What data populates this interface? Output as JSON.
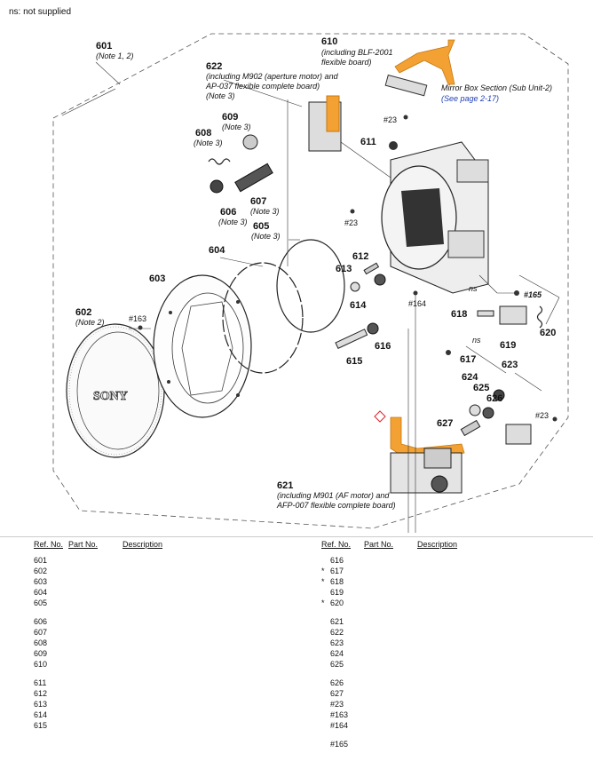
{
  "top_note": "ns: not supplied",
  "callouts": [
    {
      "id": "601",
      "num": "601",
      "sub": [
        "(Note 1, 2)"
      ]
    },
    {
      "id": "610",
      "num": "610",
      "sub": [
        "(including BLF-2001",
        "flexible board)"
      ]
    },
    {
      "id": "622",
      "num": "622",
      "sub": [
        "(including M902 (aperture motor) and",
        "AP-037 flexible complete board)",
        "(Note 3)"
      ]
    },
    {
      "id": "609",
      "num": "609",
      "sub": [
        "(Note 3)"
      ]
    },
    {
      "id": "608",
      "num": "608",
      "sub": [
        "(Note 3)"
      ]
    },
    {
      "id": "606",
      "num": "606",
      "sub": [
        "(Note 3)"
      ]
    },
    {
      "id": "607",
      "num": "607",
      "sub": [
        "(Note 3)"
      ]
    },
    {
      "id": "605",
      "num": "605",
      "sub": [
        "(Note 3)"
      ]
    },
    {
      "id": "604",
      "num": "604",
      "sub": []
    },
    {
      "id": "603",
      "num": "603",
      "sub": []
    },
    {
      "id": "602",
      "num": "602",
      "sub": [
        "(Note 2)"
      ]
    },
    {
      "id": "611",
      "num": "611",
      "sub": []
    },
    {
      "id": "612",
      "num": "612",
      "sub": []
    },
    {
      "id": "613",
      "num": "613",
      "sub": []
    },
    {
      "id": "614",
      "num": "614",
      "sub": []
    },
    {
      "id": "615",
      "num": "615",
      "sub": []
    },
    {
      "id": "616",
      "num": "616",
      "sub": []
    },
    {
      "id": "617",
      "num": "617",
      "sub": []
    },
    {
      "id": "618",
      "num": "618",
      "sub": []
    },
    {
      "id": "619",
      "num": "619",
      "sub": []
    },
    {
      "id": "620",
      "num": "620",
      "sub": []
    },
    {
      "id": "621",
      "num": "621",
      "sub": [
        "(including M901 (AF motor) and",
        "AFP-007 flexible complete board)"
      ]
    },
    {
      "id": "623",
      "num": "623",
      "sub": []
    },
    {
      "id": "624",
      "num": "624",
      "sub": []
    },
    {
      "id": "625",
      "num": "625",
      "sub": []
    },
    {
      "id": "626",
      "num": "626",
      "sub": []
    },
    {
      "id": "627",
      "num": "627",
      "sub": []
    }
  ],
  "small_labels": [
    {
      "id": "s23a",
      "text": "#23"
    },
    {
      "id": "s23b",
      "text": "#23"
    },
    {
      "id": "s23c",
      "text": "#23"
    },
    {
      "id": "s163",
      "text": "#163"
    },
    {
      "id": "s164",
      "text": "#164"
    },
    {
      "id": "s165",
      "text": "#165"
    },
    {
      "id": "ns1",
      "text": "ns"
    },
    {
      "id": "ns2",
      "text": "ns"
    }
  ],
  "mirror_box": {
    "title": "Mirror Box Section (Sub Unit-2)",
    "link": "(See page 2-17)"
  },
  "cap_logo": "SONY",
  "colors": {
    "flex": "#f2a132",
    "flex_edge": "#c77812",
    "link": "#1f3fb3",
    "marker": "#e0202a"
  },
  "table_headers": {
    "ref": "Ref. No.",
    "part": "Part No.",
    "desc": "Description"
  },
  "parts_left": [
    {
      "ref": "601",
      "star": ""
    },
    {
      "ref": "602",
      "star": ""
    },
    {
      "ref": "603",
      "star": ""
    },
    {
      "ref": "604",
      "star": ""
    },
    {
      "ref": "605",
      "star": ""
    },
    {
      "ref": "606",
      "star": ""
    },
    {
      "ref": "607",
      "star": ""
    },
    {
      "ref": "608",
      "star": ""
    },
    {
      "ref": "609",
      "star": ""
    },
    {
      "ref": "610",
      "star": ""
    },
    {
      "ref": "611",
      "star": ""
    },
    {
      "ref": "612",
      "star": ""
    },
    {
      "ref": "613",
      "star": ""
    },
    {
      "ref": "614",
      "star": ""
    },
    {
      "ref": "615",
      "star": ""
    }
  ],
  "parts_right": [
    {
      "ref": "616",
      "star": ""
    },
    {
      "ref": "617",
      "star": "*"
    },
    {
      "ref": "618",
      "star": "*"
    },
    {
      "ref": "619",
      "star": ""
    },
    {
      "ref": "620",
      "star": "*"
    },
    {
      "ref": "621",
      "star": ""
    },
    {
      "ref": "622",
      "star": ""
    },
    {
      "ref": "623",
      "star": ""
    },
    {
      "ref": "624",
      "star": ""
    },
    {
      "ref": "625",
      "star": ""
    },
    {
      "ref": "626",
      "star": ""
    },
    {
      "ref": "627",
      "star": ""
    },
    {
      "ref": "#23",
      "star": ""
    },
    {
      "ref": "#163",
      "star": ""
    },
    {
      "ref": "#164",
      "star": ""
    },
    {
      "ref": "#165",
      "star": ""
    }
  ]
}
